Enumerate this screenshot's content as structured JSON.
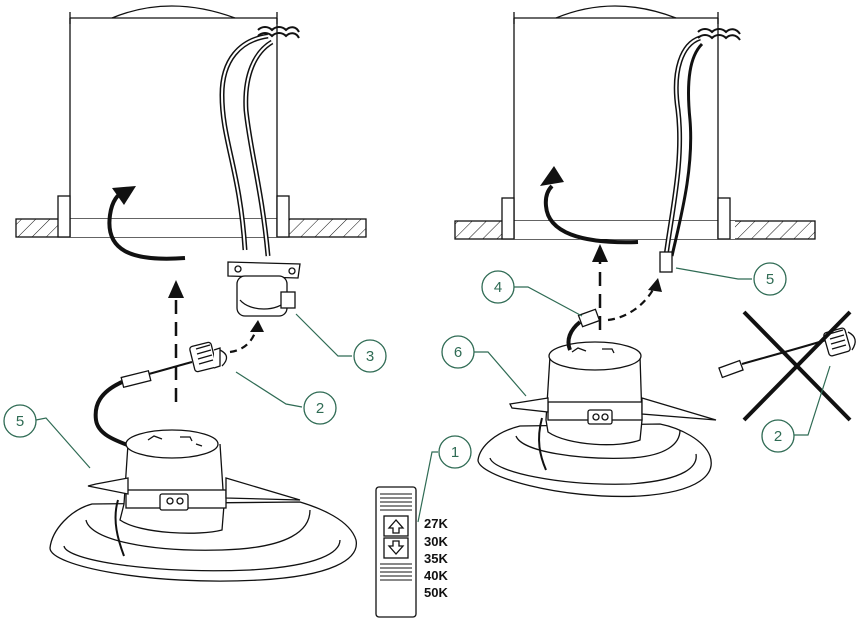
{
  "colors": {
    "line": "#111111",
    "callout": "#2f6b54",
    "callout_fill": "#ffffff"
  },
  "callouts": {
    "left_trim": "5",
    "left_adapter": "2",
    "left_socket": "3",
    "cct_switch": "1",
    "right_connector": "4",
    "right_plug": "5",
    "right_trim": "6",
    "right_crossed_adapter": "2"
  },
  "cct_options": [
    "27K",
    "30K",
    "35K",
    "40K",
    "50K"
  ],
  "icons": {
    "switch_up": "arrow-up-icon",
    "switch_down": "arrow-down-icon",
    "not_allowed": "cross-out-icon"
  }
}
